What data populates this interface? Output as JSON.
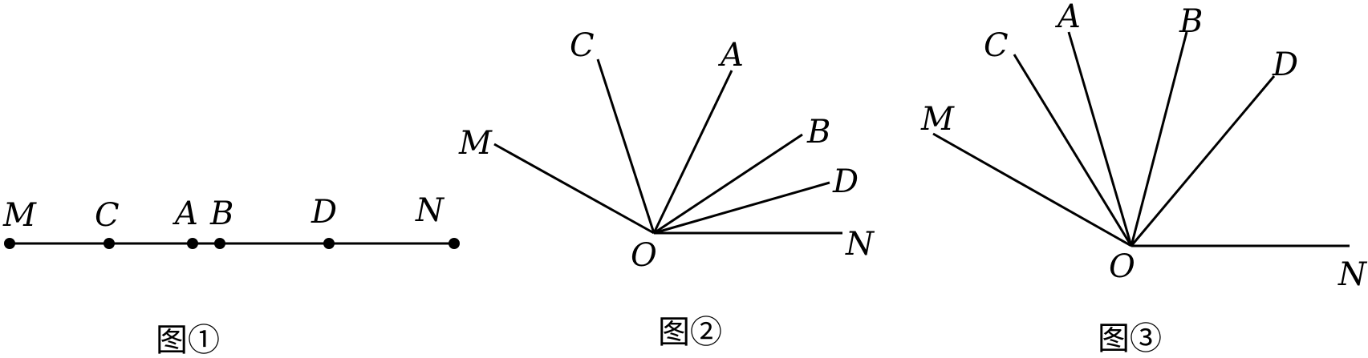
{
  "figures": [
    {
      "caption": "图①",
      "points": [
        "M",
        "C",
        "A",
        "B",
        "D",
        "N"
      ]
    },
    {
      "caption": "图②",
      "vertex": "O",
      "rays": [
        "M",
        "C",
        "A",
        "B",
        "D",
        "N"
      ]
    },
    {
      "caption": "图③",
      "vertex": "O",
      "rays": [
        "M",
        "C",
        "A",
        "B",
        "D",
        "N"
      ]
    }
  ],
  "colors": {
    "ink": "#000000",
    "background": "#ffffff"
  }
}
